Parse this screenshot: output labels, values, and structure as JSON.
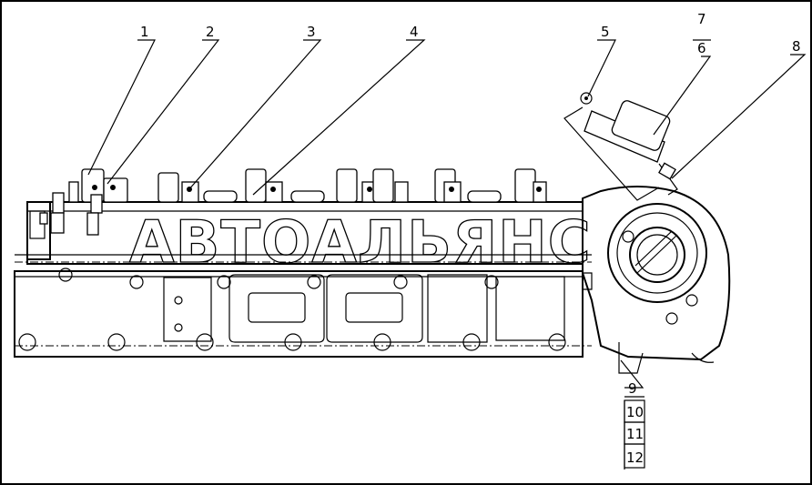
{
  "watermark": "АВТОАЛЬЯНС",
  "callouts": {
    "c1": "1",
    "c2": "2",
    "c3": "3",
    "c4": "4",
    "c5": "5",
    "c6": "6",
    "c7": "7",
    "c8": "8",
    "c9": "9",
    "c10": "10",
    "c11": "11",
    "c12": "12"
  }
}
